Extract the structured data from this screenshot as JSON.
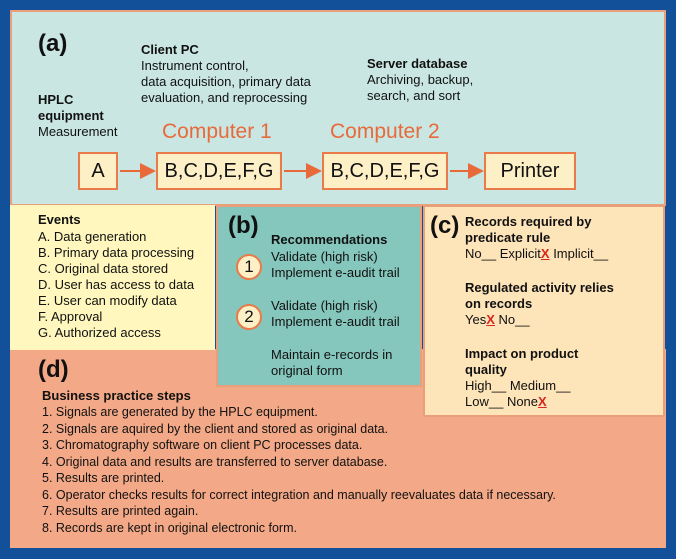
{
  "panel_a": {
    "letter": "(a)",
    "hplc_title_1": "HPLC",
    "hplc_title_2": "equipment",
    "hplc_desc": "Measurement",
    "client_title": "Client PC",
    "client_desc": [
      "Instrument control,",
      "data acquisition, primary data",
      "evaluation, and reprocessing"
    ],
    "server_title": "Server database",
    "server_desc": [
      "Archiving, backup,",
      "search, and sort"
    ],
    "computer1": "Computer 1",
    "computer2": "Computer 2",
    "box_a": "A",
    "box_c1": "B,C,D,E,F,G",
    "box_c2": "B,C,D,E,F,G",
    "box_printer": "Printer"
  },
  "events": {
    "title": "Events",
    "items": [
      "A. Data generation",
      "B. Primary data processing",
      "C. Original data stored",
      "D. User has access to data",
      "E. User can modify data",
      "F.  Approval",
      "G. Authorized access"
    ]
  },
  "panel_b": {
    "letter": "(b)",
    "title": "Recommendations",
    "rec1_num": "1",
    "rec1_lines": [
      "Validate (high risk)",
      "Implement e-audit trail"
    ],
    "rec2_num": "2",
    "rec2_lines": [
      "Validate (high risk)",
      "Implement e-audit trail"
    ],
    "maintain": [
      "Maintain e-records in",
      "original form"
    ]
  },
  "panel_c": {
    "letter": "(c)",
    "q1_title": [
      "Records required by",
      "predicate rule"
    ],
    "q1_no": "No__",
    "q1_explicit": "Explicit",
    "q1_x": "X",
    "q1_implicit": "Implicit__",
    "q2_title": [
      "Regulated activity relies",
      "on records"
    ],
    "q2_yes": "Yes",
    "q2_x": "X",
    "q2_no": "No__",
    "q3_title": [
      "Impact on product",
      "quality"
    ],
    "q3_high": "High__",
    "q3_medium": "Medium__",
    "q3_low": "Low__",
    "q3_none": "None",
    "q3_x": "X"
  },
  "panel_d": {
    "letter": "(d)",
    "title": "Business practice steps",
    "steps": [
      "1. Signals are generated by the HPLC equipment.",
      "2. Signals are aquired by the client and stored as original data.",
      "3. Chromatography software on client PC processes data.",
      "4. Original data and results are transferred to server database.",
      "5. Results are printed.",
      "6. Operator checks results for correct integration and manually reevaluates data if necessary.",
      "7. Results are printed again.",
      "8. Records are kept in original electronic form."
    ]
  },
  "colors": {
    "accent": "#e86a3a",
    "x_mark": "#d9261c",
    "border": "#12509a"
  },
  "icons": [
    "arrow-right-icon"
  ]
}
